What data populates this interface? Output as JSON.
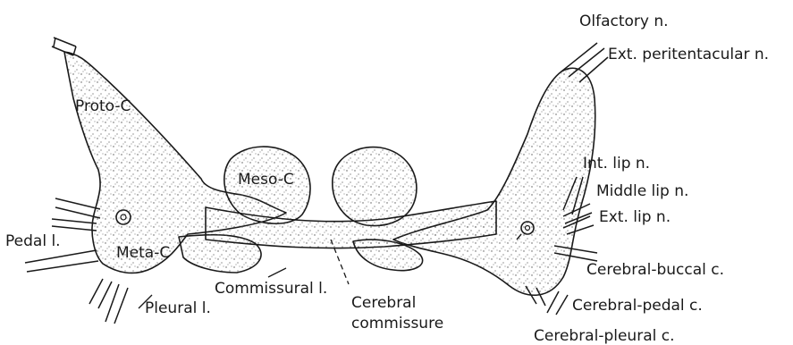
{
  "labels": {
    "olfactory": "Olfactory n.",
    "ext_peritentacular": "Ext. peritentacular n.",
    "proto_c": "Proto-C",
    "meso_c": "Meso-C",
    "meta_c": "Meta-C",
    "pedal_l": "Pedal l.",
    "pleural_l": "Pleural l.",
    "commissural_l": "Commissural l.",
    "cerebral_commissure_line1": "Cerebral",
    "cerebral_commissure_line2": "commissure",
    "int_lip": "Int. lip n.",
    "middle_lip": "Middle lip n.",
    "ext_lip": "Ext. lip n.",
    "cerebral_buccal": "Cerebral-buccal c.",
    "cerebral_pedal": "Cerebral-pedal c.",
    "cerebral_pleural": "Cerebral-pleural c."
  },
  "colors": {
    "ink": "#1a1a1a",
    "stipple": "#555555",
    "background": "#ffffff"
  }
}
